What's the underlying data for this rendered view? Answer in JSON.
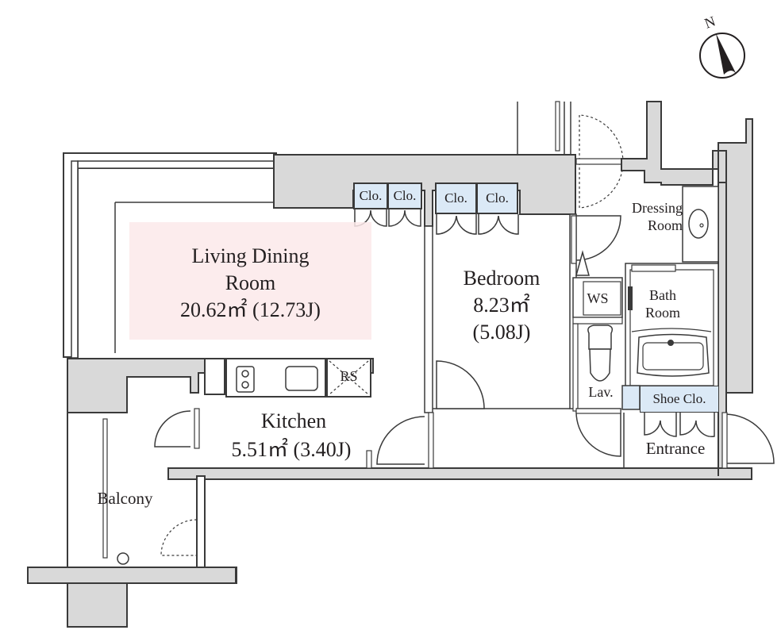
{
  "plan": {
    "compass": {
      "label": "N",
      "icon": "north-arrow-icon"
    },
    "colors": {
      "wall": "#d9d9d9",
      "line": "#3a3a3a",
      "closet": "#dbe9f6",
      "living_highlight": "#fbe9ea"
    },
    "rooms": {
      "living": {
        "name_line1": "Living Dining",
        "name_line2": "Room",
        "area": "20.62㎡ (12.73J)"
      },
      "bedroom": {
        "name": "Bedroom",
        "area_m2": "8.23㎡",
        "area_j": "(5.08J)"
      },
      "kitchen": {
        "name": "Kitchen",
        "area": "5.51㎡ (3.40J)",
        "fridge": "RS"
      },
      "balcony": {
        "name": "Balcony"
      },
      "dressing": {
        "name_line1": "Dressing",
        "name_line2": "Room"
      },
      "bath": {
        "name_line1": "Bath",
        "name_line2": "Room"
      },
      "washer": {
        "name": "WS"
      },
      "lavatory": {
        "name": "Lav."
      },
      "entrance": {
        "name": "Entrance"
      },
      "shoe_closet": {
        "name": "Shoe Clo."
      }
    },
    "closets": [
      "Clo.",
      "Clo.",
      "Clo.",
      "Clo."
    ]
  }
}
